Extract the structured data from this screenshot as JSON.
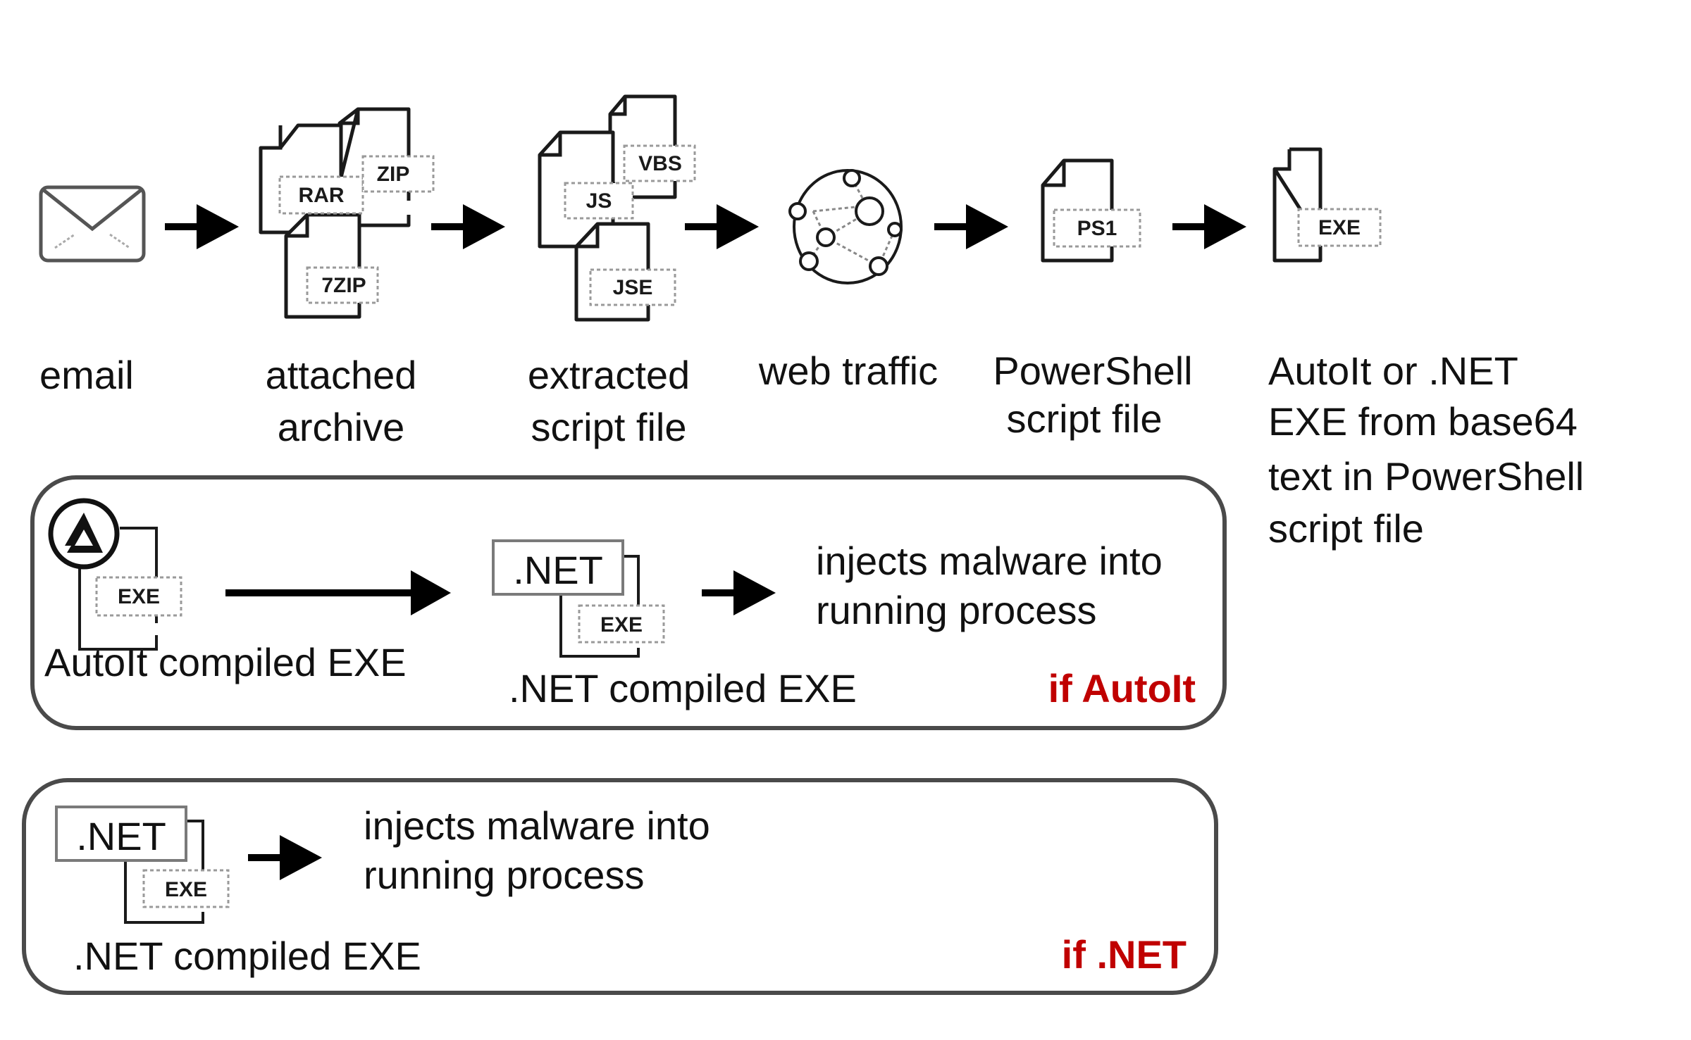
{
  "colors": {
    "accent_red": "#c00000",
    "ink": "#111111",
    "box_border": "#4a4a4a"
  },
  "steps": [
    {
      "id": "email",
      "icon": "envelope-icon",
      "label_lines": [
        "email"
      ]
    },
    {
      "id": "archive",
      "icon": "archive-files-icon",
      "tags": [
        "RAR",
        "ZIP",
        "7ZIP"
      ],
      "label_lines": [
        "attached",
        "archive"
      ]
    },
    {
      "id": "script",
      "icon": "script-files-icon",
      "tags": [
        "JS",
        "VBS",
        "JSE"
      ],
      "label_lines": [
        "extracted",
        "script file"
      ]
    },
    {
      "id": "web",
      "icon": "network-globe-icon",
      "label_lines": [
        "web traffic"
      ]
    },
    {
      "id": "ps1",
      "icon": "file-icon",
      "tags": [
        "PS1"
      ],
      "label_lines": [
        "PowerShell",
        "script file"
      ]
    },
    {
      "id": "exe",
      "icon": "file-icon",
      "tags": [
        "EXE"
      ],
      "label_lines": [
        "AutoIt or .NET",
        "EXE from base64",
        "text in PowerShell",
        "script file"
      ]
    }
  ],
  "branch_autoit": {
    "condition": "if AutoIt",
    "autoit_exe": {
      "tag": "EXE",
      "label": "AutoIt compiled EXE"
    },
    "net_exe": {
      "badge": ".NET",
      "tag": "EXE",
      "label": ".NET compiled EXE"
    },
    "result_lines": [
      "injects malware into",
      "running process"
    ]
  },
  "branch_net": {
    "condition": "if .NET",
    "net_exe": {
      "badge": ".NET",
      "tag": "EXE",
      "label": ".NET compiled EXE"
    },
    "result_lines": [
      "injects malware into",
      "running process"
    ]
  }
}
